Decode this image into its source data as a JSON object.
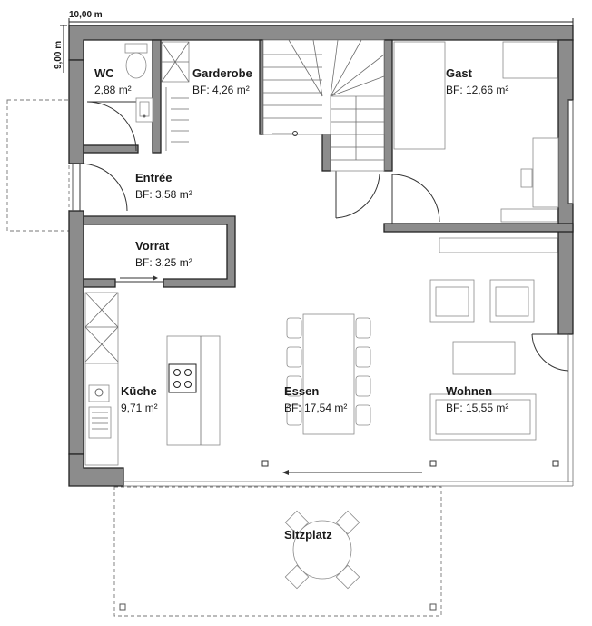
{
  "plan": {
    "dimensions": {
      "width": "10,00 m",
      "depth": "9,00 m"
    },
    "rooms": [
      {
        "id": "wc",
        "name": "WC",
        "area": "2,88 m²"
      },
      {
        "id": "garderobe",
        "name": "Garderobe",
        "area": "BF: 4,26 m²"
      },
      {
        "id": "gast",
        "name": "Gast",
        "area": "BF: 12,66 m²"
      },
      {
        "id": "entree",
        "name": "Entrée",
        "area": "BF: 3,58 m²"
      },
      {
        "id": "vorrat",
        "name": "Vorrat",
        "area": "BF: 3,25 m²"
      },
      {
        "id": "kueche",
        "name": "Küche",
        "area": "9,71 m²"
      },
      {
        "id": "essen",
        "name": "Essen",
        "area": "BF: 17,54 m²"
      },
      {
        "id": "wohnen",
        "name": "Wohnen",
        "area": "BF: 15,55 m²"
      }
    ],
    "terrace": {
      "name": "Sitzplatz"
    }
  }
}
